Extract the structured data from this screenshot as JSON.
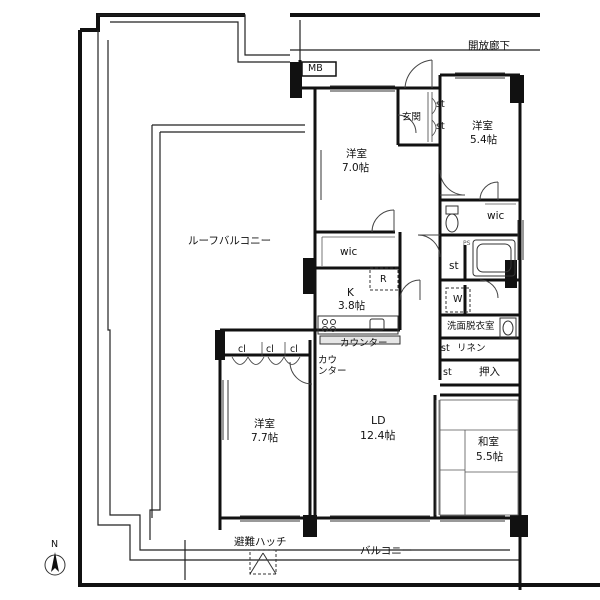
{
  "labels": {
    "corridor": "開放廊下",
    "mb": "MB",
    "entrance": "玄関",
    "st": "st",
    "west_room_ne": "洋室",
    "west_room_ne_size": "5.4帖",
    "west_room_n": "洋室",
    "west_room_n_size": "7.0帖",
    "wic": "wic",
    "roof_balcony": "ルーフバルコニー",
    "ps": "PS",
    "refrigerator": "R",
    "kitchen": "K",
    "kitchen_size": "3.8帖",
    "washer": "W",
    "dressing_room": "洗面脱衣室",
    "linen": "リネン",
    "counter": "カウンター",
    "counter_vertical": "カウ\nンター",
    "cl": "cl",
    "oshiire": "押入",
    "west_room_sw": "洋室",
    "west_room_sw_size": "7.7帖",
    "ld": "LD",
    "ld_size": "12.4帖",
    "japanese_room": "和室",
    "japanese_room_size": "5.5帖",
    "escape_hatch": "避難ハッチ",
    "balcony": "バルコニー",
    "north": "N"
  }
}
